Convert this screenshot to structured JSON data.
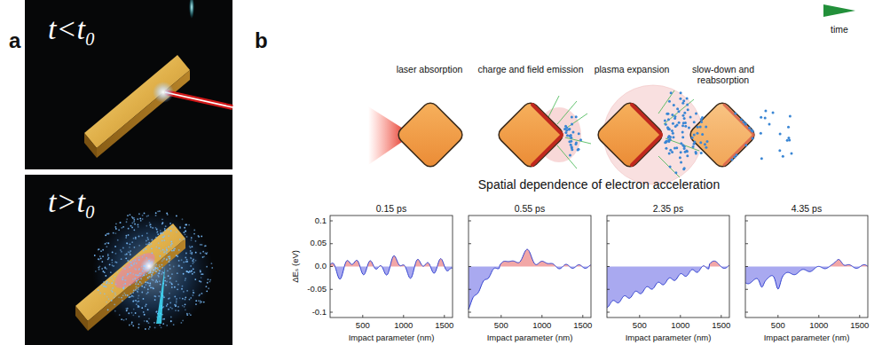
{
  "diagram": {
    "nodes": [
      {
        "text": [
          "t<t₀"
        ]
      },
      {
        "text": [
          "t>t₀"
        ]
      }
    ],
    "labels": [
      "a",
      "b",
      "time",
      "laser absorption",
      "charge and field emission",
      "plasma expansion",
      "slow-down and reabsorption",
      "Spatial dependence of electron acceleration",
      "0.15 ps",
      "0.55 ps",
      "2.35 ps",
      "4.35 ps",
      "ΔEₛ (eV)",
      "0.1",
      "0.05",
      "0.0",
      "-0.05",
      "-0.1",
      "500",
      "1000",
      "1500",
      "Impact parameter (nm)",
      "500",
      "1000",
      "1500",
      "Impact parameter (nm)",
      "500",
      "1000",
      "1500",
      "Impact parameter (nm)",
      "500",
      "1000",
      "1500",
      "Impact parameter (nm)"
    ]
  }
}
